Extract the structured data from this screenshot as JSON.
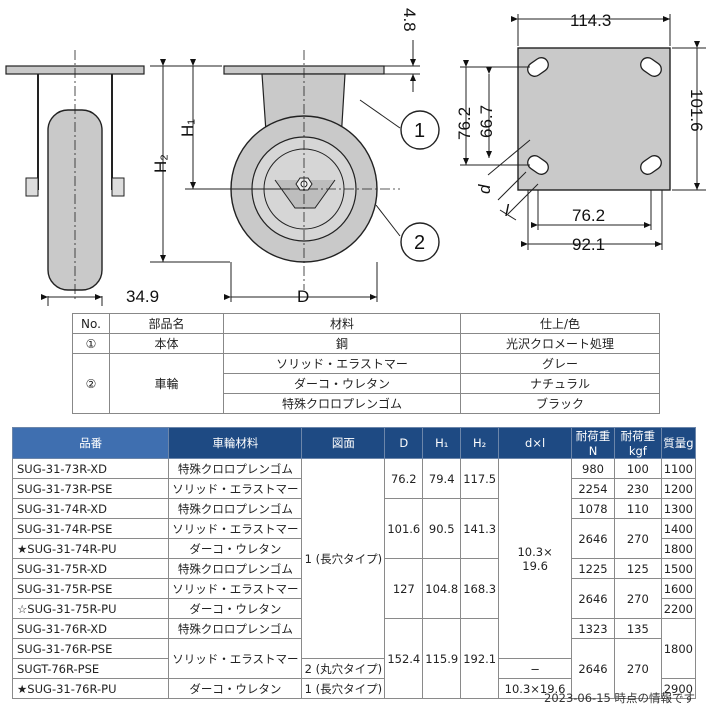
{
  "drawing": {
    "dims": {
      "side_width": "34.9",
      "plate_thickness": "4.8",
      "h1": "H₁",
      "h2": "H₂",
      "d": "D",
      "plate_width": "114.3",
      "plate_height": "101.6",
      "hole_spacing_h": "76.2",
      "hole_outer_h": "92.1",
      "hole_spacing_v": "76.2",
      "hole_spacing_v2": "66.7",
      "hole_d": "d",
      "hole_l": "l"
    },
    "callouts": [
      "1",
      "2"
    ]
  },
  "parts_table": {
    "headers": [
      "No.",
      "部品名",
      "材料",
      "仕上/色"
    ],
    "rows": [
      {
        "no": "①",
        "name": "本体",
        "material": "鋼",
        "finish": "光沢クロメート処理"
      },
      {
        "no": "②",
        "name": "車輪",
        "material": "ソリッド・エラストマー",
        "finish": "グレー"
      },
      {
        "material": "ダーコ・ウレタン",
        "finish": "ナチュラル"
      },
      {
        "material": "特殊クロロプレンゴム",
        "finish": "ブラック"
      }
    ]
  },
  "spec_table": {
    "headers": [
      "品番",
      "車輪材料",
      "図面",
      "D",
      "H₁",
      "H₂",
      "d×l",
      "耐荷重N",
      "耐荷重kgf",
      "質量g"
    ],
    "models": [
      "SUG-31-73R-XD",
      "SUG-31-73R-PSE",
      "SUG-31-74R-XD",
      "SUG-31-74R-PSE",
      "★SUG-31-74R-PU",
      "SUG-31-75R-XD",
      "SUG-31-75R-PSE",
      "☆SUG-31-75R-PU",
      "SUG-31-76R-XD",
      "SUG-31-76R-PSE",
      "SUGT-76R-PSE",
      "★SUG-31-76R-PU"
    ],
    "materials": [
      "特殊クロロプレンゴム",
      "ソリッド・エラストマー",
      "特殊クロロプレンゴム",
      "ソリッド・エラストマー",
      "ダーコ・ウレタン",
      "特殊クロロプレンゴム",
      "ソリッド・エラストマー",
      "ダーコ・ウレタン",
      "特殊クロロプレンゴム",
      "ソリッド・エラストマー",
      "ダーコ・ウレタン"
    ],
    "drawing_1": "1 (長穴タイプ)",
    "drawing_2": "2 (丸穴タイプ)",
    "drawing_3": "1 (長穴タイプ)",
    "D": [
      "76.2",
      "101.6",
      "127",
      "152.4"
    ],
    "H1": [
      "79.4",
      "90.5",
      "104.8",
      "115.9"
    ],
    "H2": [
      "117.5",
      "141.3",
      "168.3",
      "192.1"
    ],
    "dxl_main": "10.3×\n19.6",
    "dxl_dash": "−",
    "dxl_last": "10.3×19.6",
    "loadN": [
      "980",
      "2254",
      "1078",
      "2646",
      "1225",
      "2646",
      "1323",
      "2646"
    ],
    "loadKgf": [
      "100",
      "230",
      "110",
      "270",
      "125",
      "270",
      "135",
      "270"
    ],
    "mass": [
      "1100",
      "1200",
      "1300",
      "1400",
      "1800",
      "1500",
      "1600",
      "2200",
      "1800",
      "2900"
    ]
  },
  "footer": "2023-06-15 時点の情報です"
}
